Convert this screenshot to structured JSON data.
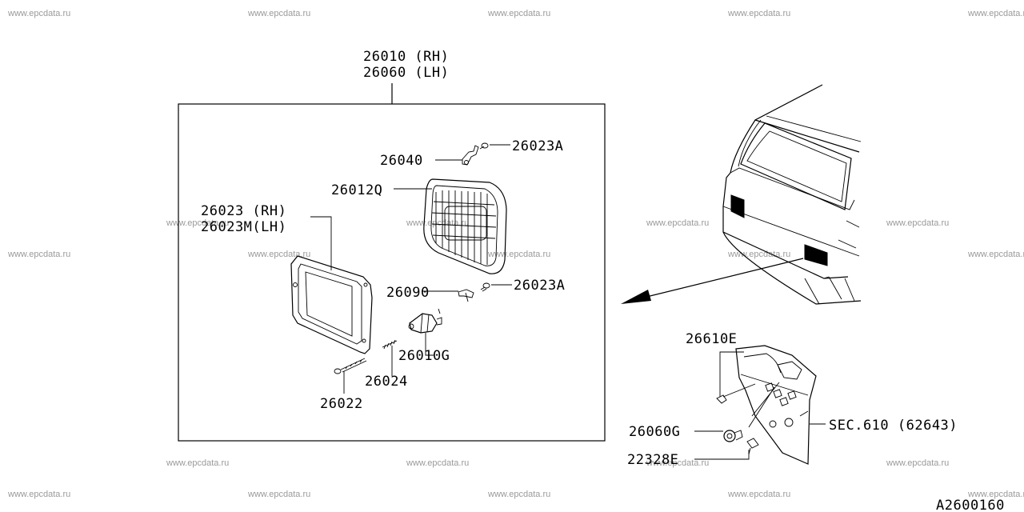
{
  "watermark": "www.epcdata.ru",
  "diagram_id": "A2600160",
  "labels": {
    "assy_rh": "26010 (RH)",
    "assy_lh": "26060 (LH)",
    "p26023A_top": "26023A",
    "p26040": "26040",
    "p26012Q": "26012Q",
    "p26023_rh": "26023 (RH)",
    "p26023M_lh": "26023M(LH)",
    "p26090": "26090",
    "p26023A_mid": "26023A",
    "p26010G": "26010G",
    "p26024": "26024",
    "p26022": "26022",
    "p26610E": "26610E",
    "p26060G": "26060G",
    "p22328E": "22328E",
    "sec_ref": "SEC.610 (62643)"
  },
  "colors": {
    "line": "#000000",
    "watermark": "#9a9a9a",
    "background": "#ffffff"
  }
}
